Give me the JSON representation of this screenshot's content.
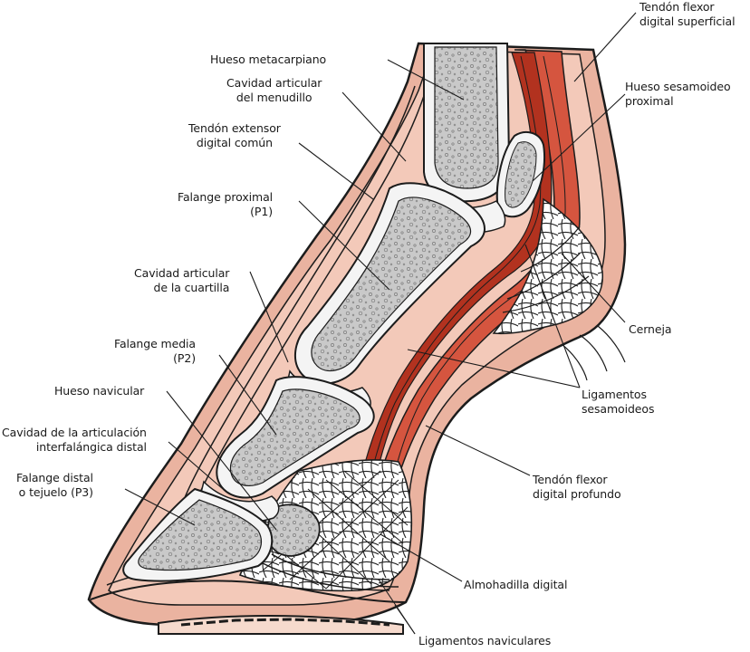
{
  "labels": {
    "hueso_metacarpiano": "Hueso metacarpiano",
    "cavidad_menudillo": "Cavidad articular\ndel menudillo",
    "tendon_extensor": "Tendón extensor\ndigital común",
    "falange_proximal": "Falange proximal\n(P1)",
    "cavidad_cuartilla": "Cavidad articular\nde la cuartilla",
    "falange_media": "Falange media\n(P2)",
    "hueso_navicular": "Hueso navicular",
    "cavidad_interfalangica": "Cavidad de la articulación\ninterfalángica distal",
    "falange_distal": "Falange distal\no tejuelo (P3)",
    "tendon_flexor_superficial": "Tendón flexor\ndigital superficial",
    "hueso_sesamoideo": "Hueso sesamoideo\nproximal",
    "cerneja": "Cerneja",
    "ligamentos_sesamoideos": "Ligamentos\nsesamoideos",
    "tendon_flexor_profundo": "Tendón flexor\ndigital profundo",
    "almohadilla_digital": "Almohadilla digital",
    "ligamentos_naviculares": "Ligamentos naviculares"
  },
  "colors": {
    "skin": "#eab3a0",
    "skin_light": "#f3c9b9",
    "tendon": "#d5553f",
    "tendon_dark": "#b2321f",
    "bone": "#c8c8c8",
    "bone_light": "#dcdcdc",
    "cartilage": "#f4f4f4",
    "outline": "#1c1c1c"
  }
}
